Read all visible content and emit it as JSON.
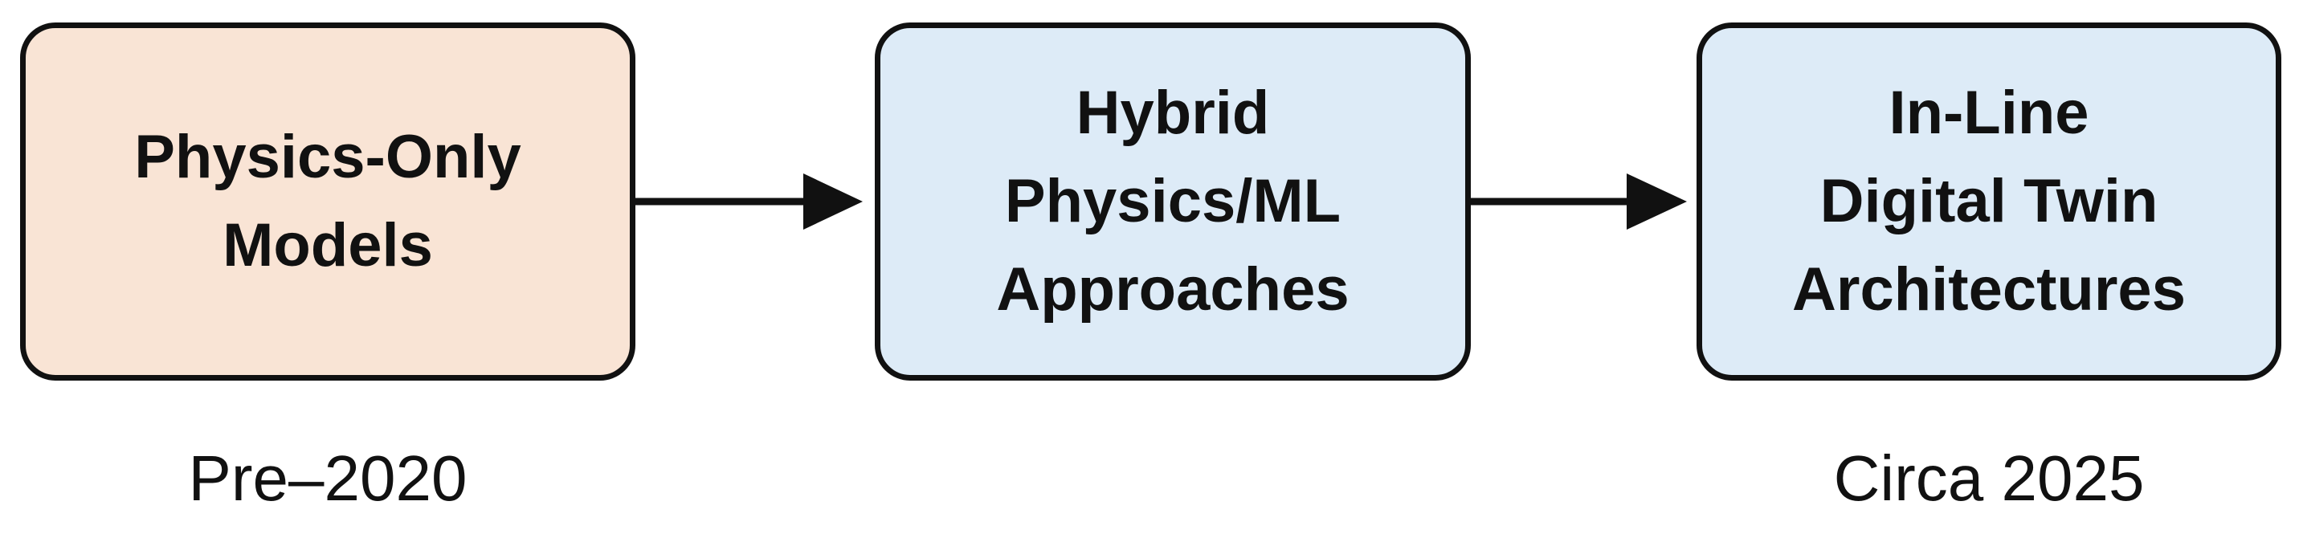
{
  "diagram": {
    "stages": [
      {
        "lines": [
          "Physics-Only",
          "Models"
        ],
        "fill": "#f9e4d5"
      },
      {
        "lines": [
          "Hybrid",
          "Physics/ML",
          "Approaches"
        ],
        "fill": "#ddebf7"
      },
      {
        "lines": [
          "In-Line",
          "Digital Twin",
          "Architectures"
        ],
        "fill": "#ddebf7"
      }
    ],
    "captions": {
      "start": "Pre–2020",
      "end": "Circa 2025"
    },
    "colors": {
      "outline": "#111111",
      "arrow": "#111111"
    }
  }
}
